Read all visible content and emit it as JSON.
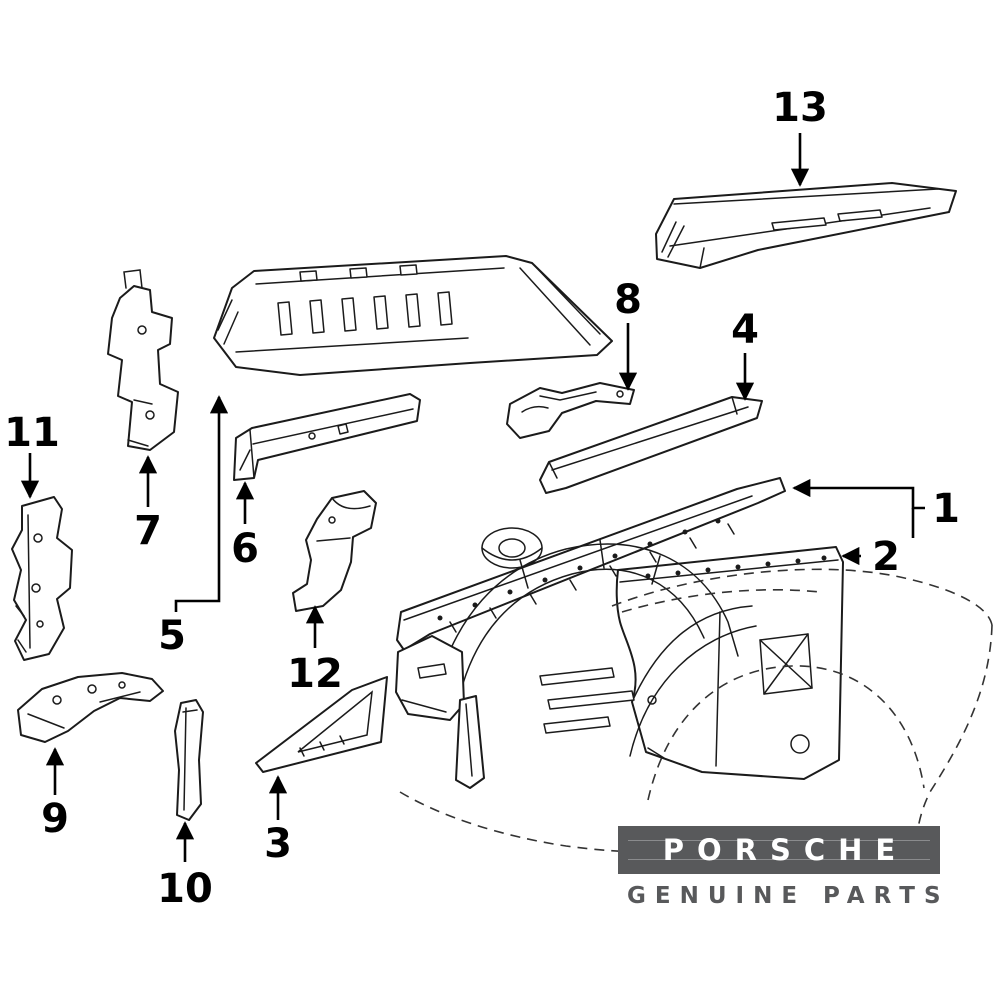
{
  "diagram": {
    "callouts": [
      {
        "label": "1"
      },
      {
        "label": "2"
      },
      {
        "label": "3"
      },
      {
        "label": "4"
      },
      {
        "label": "5"
      },
      {
        "label": "6"
      },
      {
        "label": "7"
      },
      {
        "label": "8"
      },
      {
        "label": "9"
      },
      {
        "label": "10"
      },
      {
        "label": "11"
      },
      {
        "label": "12"
      },
      {
        "label": "13"
      }
    ]
  },
  "badge": {
    "brand": "PORSCHE",
    "subtitle": "GENUINE PARTS",
    "badge_bg": "#58595b",
    "badge_text_color": "#ffffff",
    "subtitle_color": "#58595b"
  },
  "canvas": {
    "background": "#ffffff",
    "line_color": "#1b1b1b"
  }
}
